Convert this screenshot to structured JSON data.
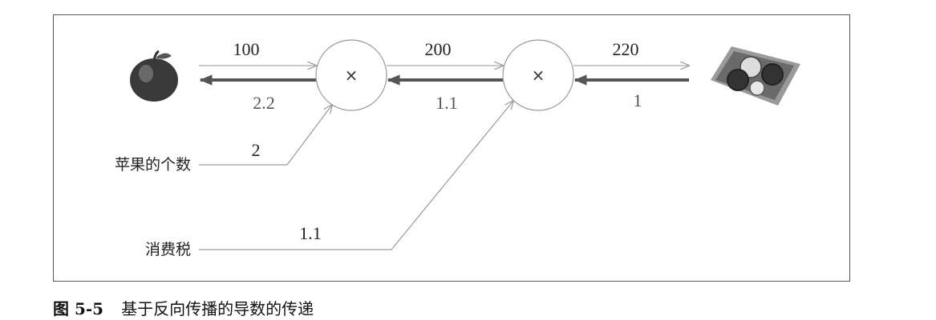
{
  "graph": {
    "node1_symbol": "×",
    "node2_symbol": "×",
    "forward": {
      "apple_price": "100",
      "mid_value": "200",
      "total": "220"
    },
    "backward": {
      "grad_apple": "2.2",
      "grad_mid": "1.1",
      "grad_out": "1"
    },
    "inputs": [
      {
        "label": "苹果的个数",
        "value": "2"
      },
      {
        "label": "消费税",
        "value": "1.1"
      }
    ],
    "icons": [
      "apple-icon",
      "coin-tray-icon"
    ],
    "colors": {
      "forward_line": "#aaaaaa",
      "backward_arrow": "#555555",
      "node_stroke": "#999999"
    }
  },
  "caption": {
    "number": "图 5-5",
    "text": "基于反向传播的导数的传递"
  }
}
